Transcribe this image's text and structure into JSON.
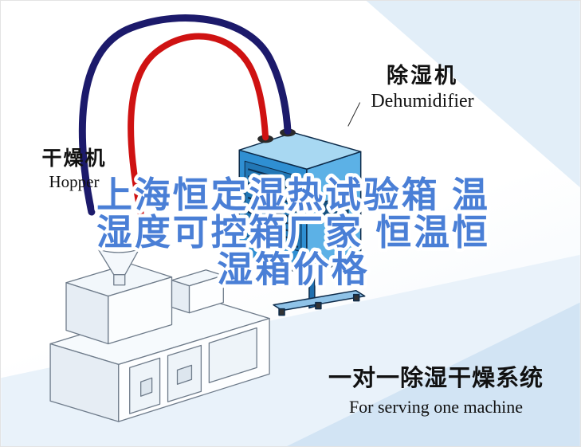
{
  "headline": {
    "line1": "上海恒定湿热试验箱 温",
    "line2": "湿度可控箱厂家 恒温恒",
    "line3": "湿箱价格",
    "color": "#4a7fd6"
  },
  "labels": {
    "dehumidifier_cn": "除湿机",
    "dehumidifier_en": "Dehumidifier",
    "dryer_cn": "干燥机",
    "dryer_en": "Hopper",
    "system_cn": "一对一除湿干燥系统",
    "system_en": "For serving one machine"
  },
  "colors": {
    "hose_red": "#cf1212",
    "hose_navy": "#1c1a6b",
    "dehumidifier_front": "#2f8fd2",
    "dehumidifier_side": "#5cb1e6",
    "dehumidifier_top": "#a8d8f2",
    "grille_blue": "#2277b5",
    "band_top": "#ddebf7",
    "band_bottom": "#e9f2fa",
    "band_corner": "#d2e4f4"
  }
}
